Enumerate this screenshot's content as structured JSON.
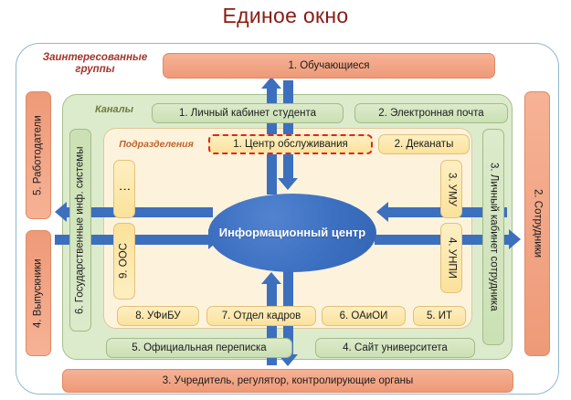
{
  "title": "Единое окно",
  "frames": {
    "outer_label": "",
    "stakeholders_label": "Заинтересованные группы",
    "channels_label": "Каналы",
    "units_label": "Подразделения"
  },
  "hub": {
    "label": "Информационный центр"
  },
  "stakeholders": [
    {
      "name": "students",
      "label": "1. Обучающиеся",
      "orientation": "horizontal"
    },
    {
      "name": "staff",
      "label": "2. Сотрудники",
      "orientation": "vertical-down"
    },
    {
      "name": "regulator",
      "label": "3. Учредитель, регулятор, контролирующие органы",
      "orientation": "horizontal"
    },
    {
      "name": "graduates",
      "label": "4. Выпускники",
      "orientation": "vertical-up"
    },
    {
      "name": "employers",
      "label": "5. Работодатели",
      "orientation": "vertical-up"
    }
  ],
  "channels": [
    {
      "name": "student-portal",
      "label": "1. Личный кабинет студента",
      "orientation": "horizontal"
    },
    {
      "name": "email",
      "label": "2. Электронная почта",
      "orientation": "horizontal"
    },
    {
      "name": "staff-portal",
      "label": "3. Личный кабинет сотрудника",
      "orientation": "vertical-down"
    },
    {
      "name": "university-site",
      "label": "4. Сайт университета",
      "orientation": "horizontal"
    },
    {
      "name": "official-mail",
      "label": "5. Официальная переписка",
      "orientation": "horizontal"
    },
    {
      "name": "gov-systems",
      "label": "6. Государственные инф. системы",
      "orientation": "vertical-up"
    }
  ],
  "units": [
    {
      "name": "service-center",
      "label": "1. Центр обслуживания",
      "orientation": "horizontal",
      "highlighted": true
    },
    {
      "name": "deans-offices",
      "label": "2. Деканаты",
      "orientation": "horizontal",
      "highlighted": false
    },
    {
      "name": "umu",
      "label": "3. УМУ",
      "orientation": "vertical-down",
      "highlighted": false
    },
    {
      "name": "unpi",
      "label": "4. УНПИ",
      "orientation": "vertical-down",
      "highlighted": false
    },
    {
      "name": "it",
      "label": "5. ИТ",
      "orientation": "horizontal",
      "highlighted": false
    },
    {
      "name": "oaioi",
      "label": "6. ОАиОИ",
      "orientation": "horizontal",
      "highlighted": false
    },
    {
      "name": "hr",
      "label": "7. Отдел кадров",
      "orientation": "horizontal",
      "highlighted": false
    },
    {
      "name": "ufibu",
      "label": "8. УФиБУ",
      "orientation": "horizontal",
      "highlighted": false
    },
    {
      "name": "oos",
      "label": "9. ООС",
      "orientation": "vertical-up",
      "highlighted": false
    },
    {
      "name": "more",
      "label": "⋮",
      "orientation": "vertical-up",
      "highlighted": false
    }
  ],
  "colors": {
    "title": "#8C1B14",
    "stakeholder_fill": "#EE9A78",
    "channel_fill": "#CBE0B4",
    "unit_fill": "#FBE29B",
    "hub_fill": "#3C6FC0",
    "arrow": "#3D6FBF",
    "highlight_border": "#E02718",
    "outer_border": "#8FB8CC"
  },
  "arrows": [
    {
      "name": "arrow-students-up",
      "direction": "up"
    },
    {
      "name": "arrow-students-down",
      "direction": "down"
    },
    {
      "name": "arrow-regulator-up",
      "direction": "up"
    },
    {
      "name": "arrow-regulator-down",
      "direction": "down"
    },
    {
      "name": "arrow-employers-left",
      "direction": "left"
    },
    {
      "name": "arrow-graduates-right",
      "direction": "right"
    },
    {
      "name": "arrow-umu-left",
      "direction": "left"
    },
    {
      "name": "arrow-staff-right",
      "direction": "right"
    }
  ]
}
